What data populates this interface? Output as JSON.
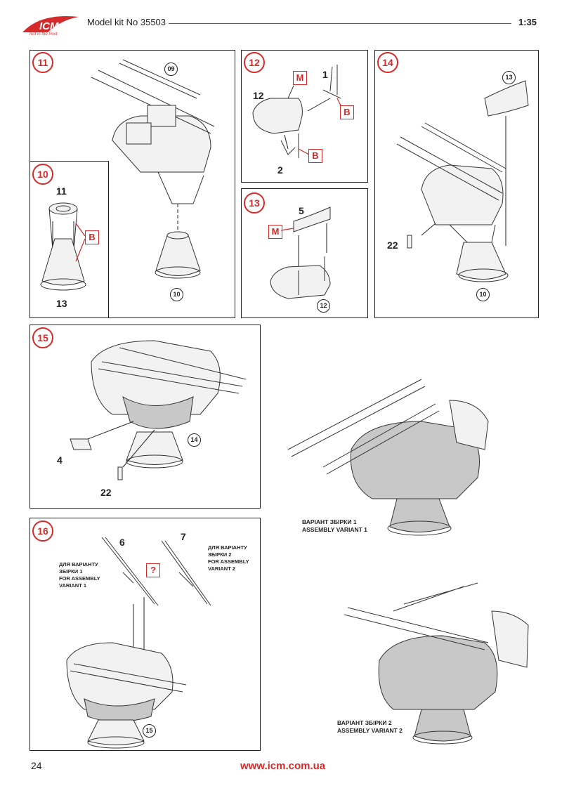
{
  "header": {
    "logo_text": "ICM",
    "logo_tagline": "Not in the Post",
    "title": "Model kit No 35503",
    "scale": "1:35"
  },
  "panels": {
    "step11": {
      "number": "11",
      "ref_top": "09",
      "ref_bottom": "10"
    },
    "step10": {
      "number": "10",
      "part_top": "11",
      "part_bottom": "13",
      "sprue": "B"
    },
    "step12": {
      "number": "12",
      "sprue_m": "M",
      "sprue_b_top": "B",
      "sprue_b_bottom": "B",
      "part_1": "1",
      "part_12": "12",
      "part_2": "2"
    },
    "step13": {
      "number": "13",
      "sprue_m": "M",
      "part_5": "5",
      "ref": "12"
    },
    "step14": {
      "number": "14",
      "ref_top": "13",
      "part_22": "22",
      "ref_bottom": "10"
    },
    "step15": {
      "number": "15",
      "part_4": "4",
      "part_22": "22",
      "ref": "14"
    },
    "step16": {
      "number": "16",
      "part_6": "6",
      "part_7": "7",
      "question": "?",
      "variant1_ua": "ДЛЯ ВАРІАНТУ",
      "variant1_ua2": "ЗБІРКИ 1",
      "variant1_en": "FOR ASSEMBLY",
      "variant1_en2": "VARIANT 1",
      "variant2_ua": "ДЛЯ ВАРІАНТУ",
      "variant2_ua2": "ЗБІРКИ 2",
      "variant2_en": "FOR ASSEMBLY",
      "variant2_en2": "VARIANT 2",
      "ref": "15"
    }
  },
  "variants": {
    "v1_ua": "ВАРІАНТ ЗБІРКИ 1",
    "v1_en": "ASSEMBLY VARIANT 1",
    "v2_ua": "ВАРІАНТ ЗБІРКИ 2",
    "v2_en": "ASSEMBLY VARIANT 2"
  },
  "footer": {
    "page": "24",
    "url": "www.icm.com.ua"
  },
  "colors": {
    "accent": "#d42a2a",
    "line": "#222222",
    "fill_grey": "#c8c8c8"
  }
}
